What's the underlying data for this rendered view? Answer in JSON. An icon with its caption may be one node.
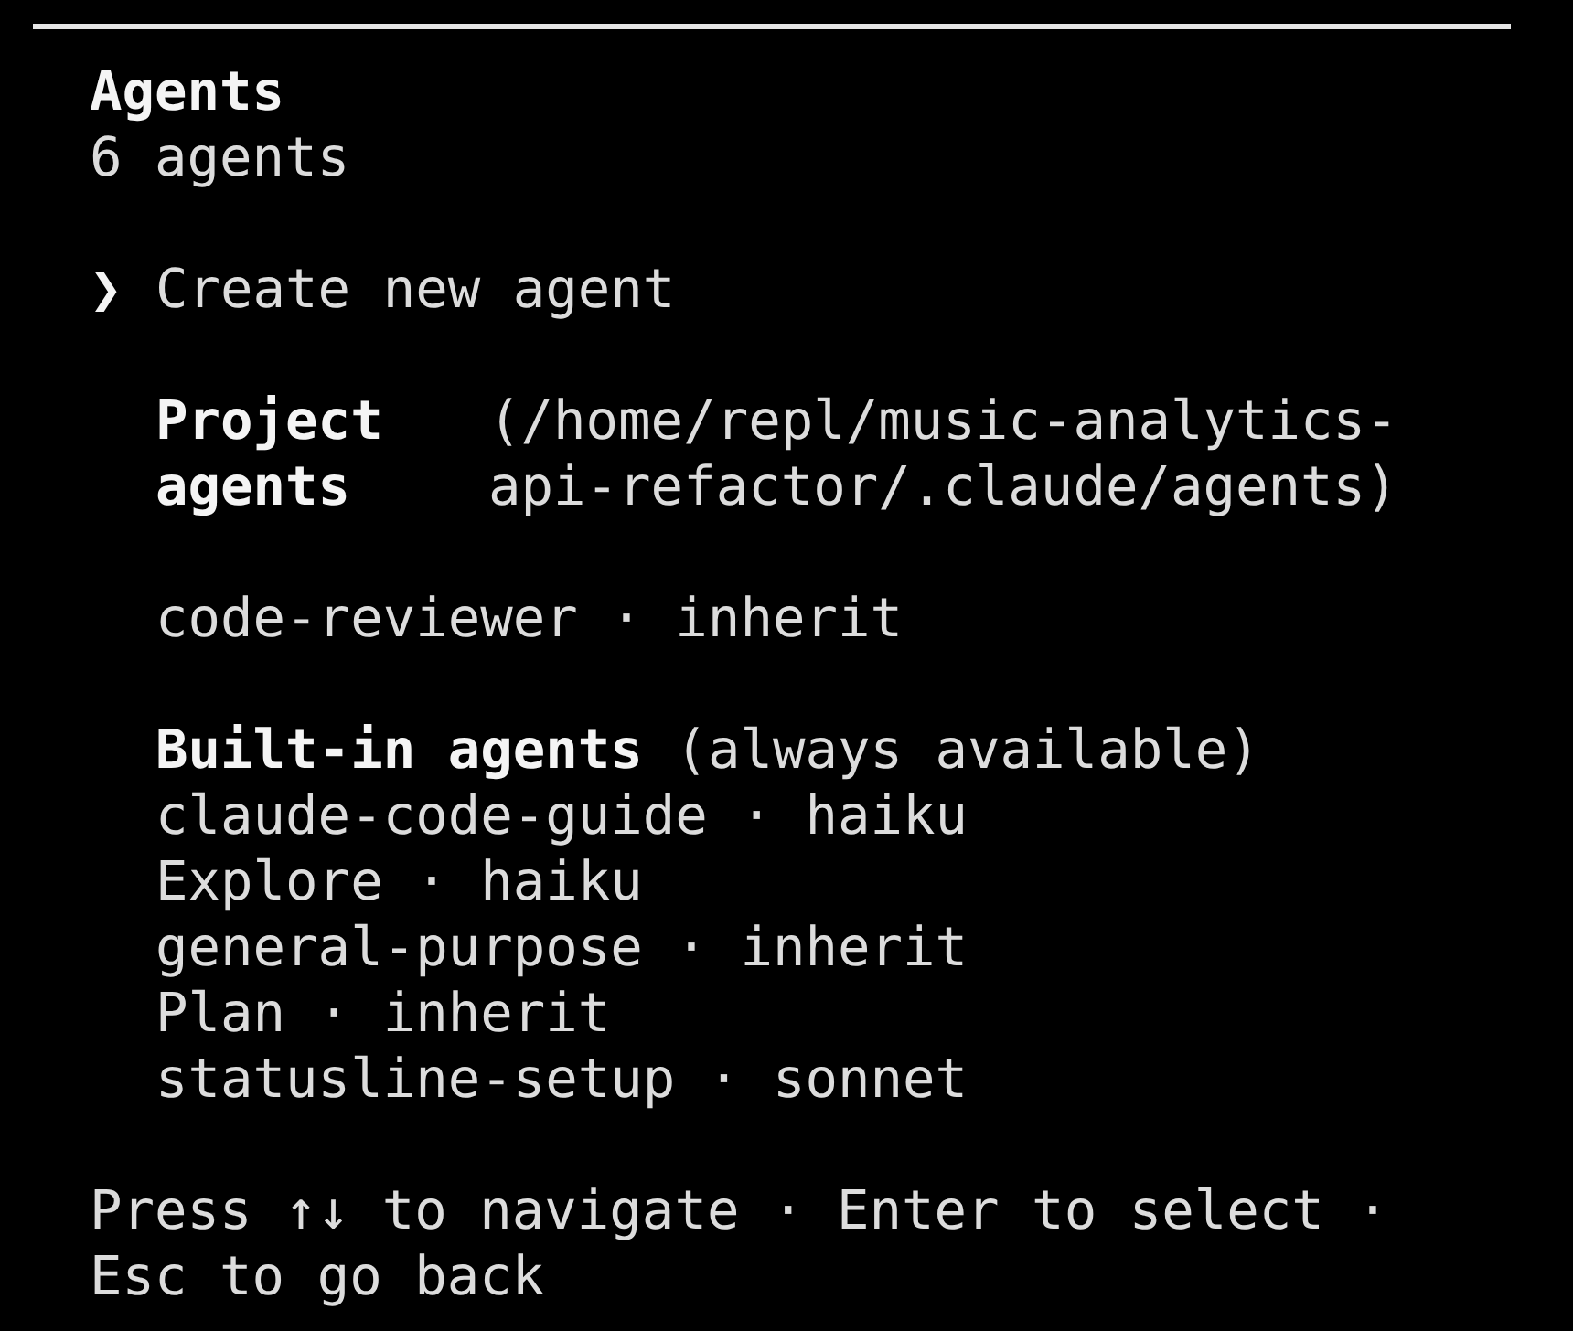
{
  "diagram": {
    "title": "Agents",
    "labels": [
      "6 agents",
      "❯",
      "Create new agent",
      "Project agents",
      "(/home/repl/music-analytics-api-refactor/.claude/agents)",
      "code-reviewer · inherit",
      "**Built-in agents** (always available)",
      "claude-code-guide · haiku",
      "Explore · haiku",
      "general-purpose · inherit",
      "Plan · inherit",
      "statusline-setup · sonnet",
      "Press ↑↓ to navigate · Enter to select · Esc to go back"
    ]
  }
}
